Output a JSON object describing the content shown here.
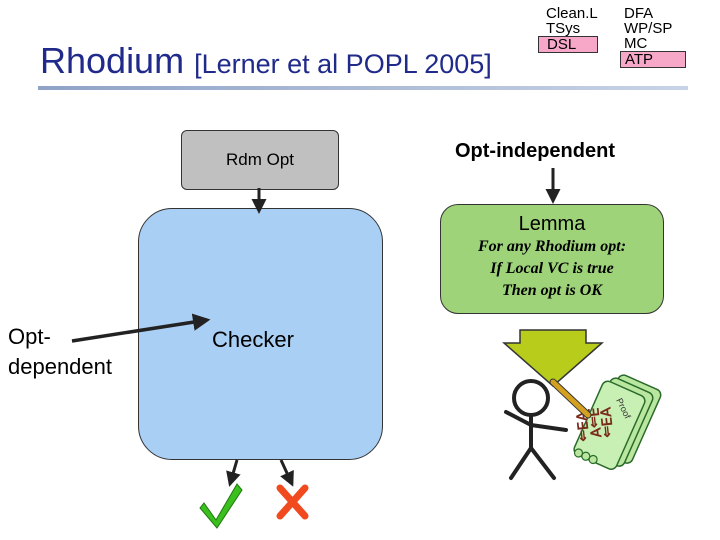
{
  "title": {
    "main": "Rhodium",
    "citation": "[Lerner et al POPL 2005]"
  },
  "header_columns": {
    "left": [
      "Clean.L",
      "TSys",
      "DSL"
    ],
    "right": [
      "DFA",
      "WP/SP",
      "MC",
      "ATP"
    ],
    "highlight_color": "#f7a8c8"
  },
  "rdm_opt_label": "Rdm Opt",
  "opt_independent_label": "Opt-independent",
  "checker_label": "Checker",
  "opt_dependent_label": [
    "Opt-",
    "dependent"
  ],
  "lemma": {
    "title": "Lemma",
    "lines": [
      "For any Rhodium opt:",
      "If Local VC is true",
      "Then opt is OK"
    ]
  },
  "proof_scroll": {
    "text": "Proof",
    "lines": [
      "∀∃⇒",
      "∃⇒∀",
      "∀∃⇒"
    ]
  },
  "outcomes": [
    "checkmark-icon",
    "x-mark-icon"
  ],
  "colors": {
    "title": "#1f2a8a",
    "checker": "#a9cff5",
    "lemma": "#9ed37a",
    "rdm_box": "#c0c0c0",
    "check": "#3bbf1e",
    "cross": "#f04a1e"
  }
}
